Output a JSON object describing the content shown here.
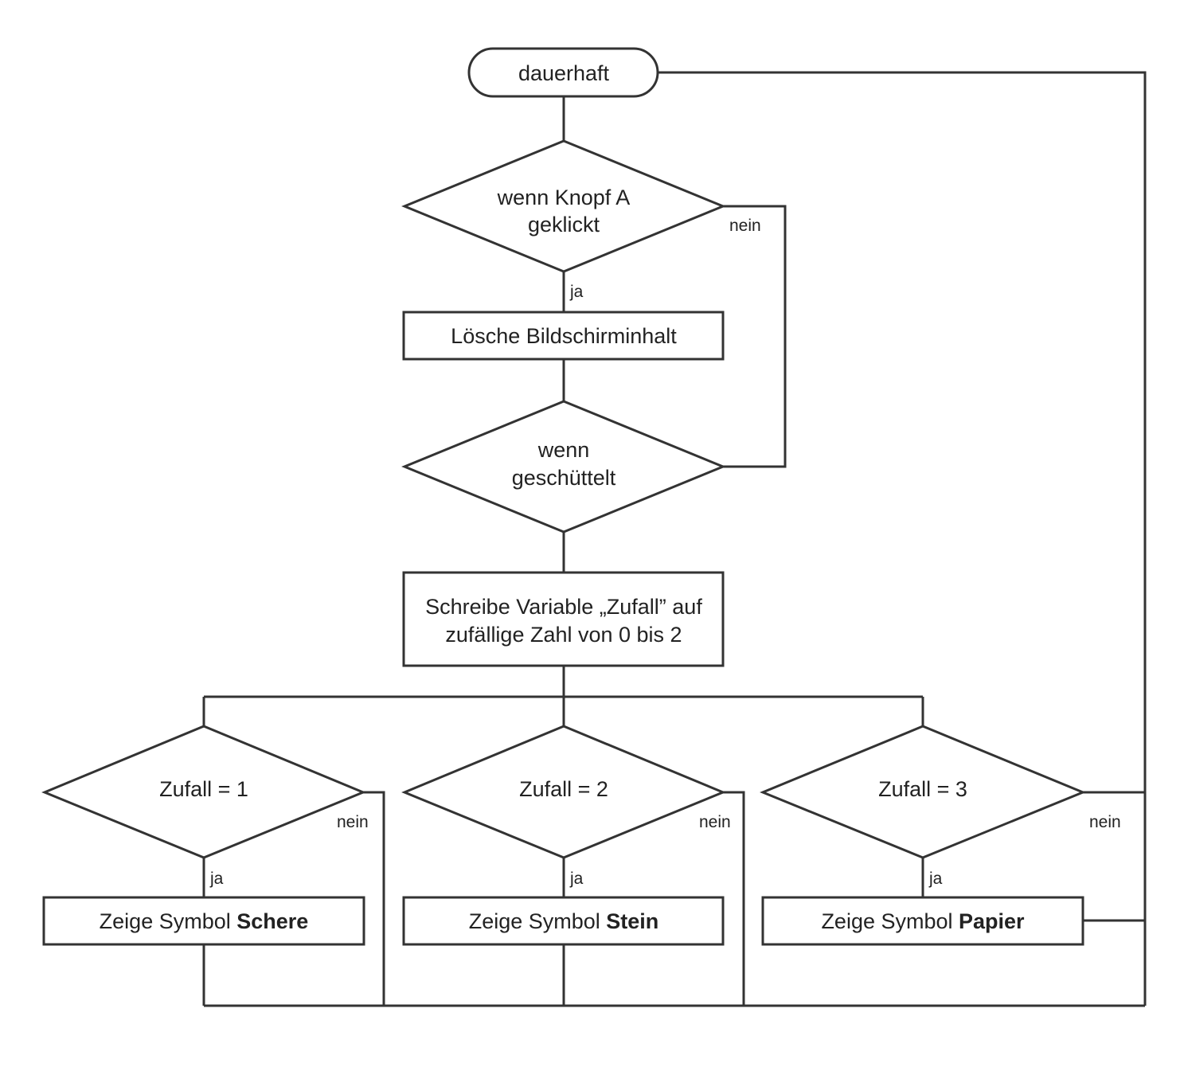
{
  "nodes": {
    "start": {
      "label": "dauerhaft"
    },
    "decision_button": {
      "line1": "wenn Knopf A",
      "line2": "geklickt"
    },
    "clear_screen": {
      "label": "Lösche Bildschirminhalt"
    },
    "decision_shake": {
      "line1": "wenn",
      "line2": "geschüttelt"
    },
    "set_random": {
      "line1": "Schreibe Variable „Zufall” auf",
      "line2": "zufällige Zahl von 0 bis 2"
    },
    "decision_1": {
      "label": "Zufall = 1"
    },
    "decision_2": {
      "label": "Zufall = 2"
    },
    "decision_3": {
      "label": "Zufall = 3"
    },
    "show_scissors": {
      "prefix": "Zeige Symbol ",
      "bold": "Schere"
    },
    "show_stone": {
      "prefix": "Zeige Symbol ",
      "bold": "Stein"
    },
    "show_paper": {
      "prefix": "Zeige Symbol ",
      "bold": "Papier"
    }
  },
  "edge_labels": {
    "yes": "ja",
    "no": "nein"
  }
}
